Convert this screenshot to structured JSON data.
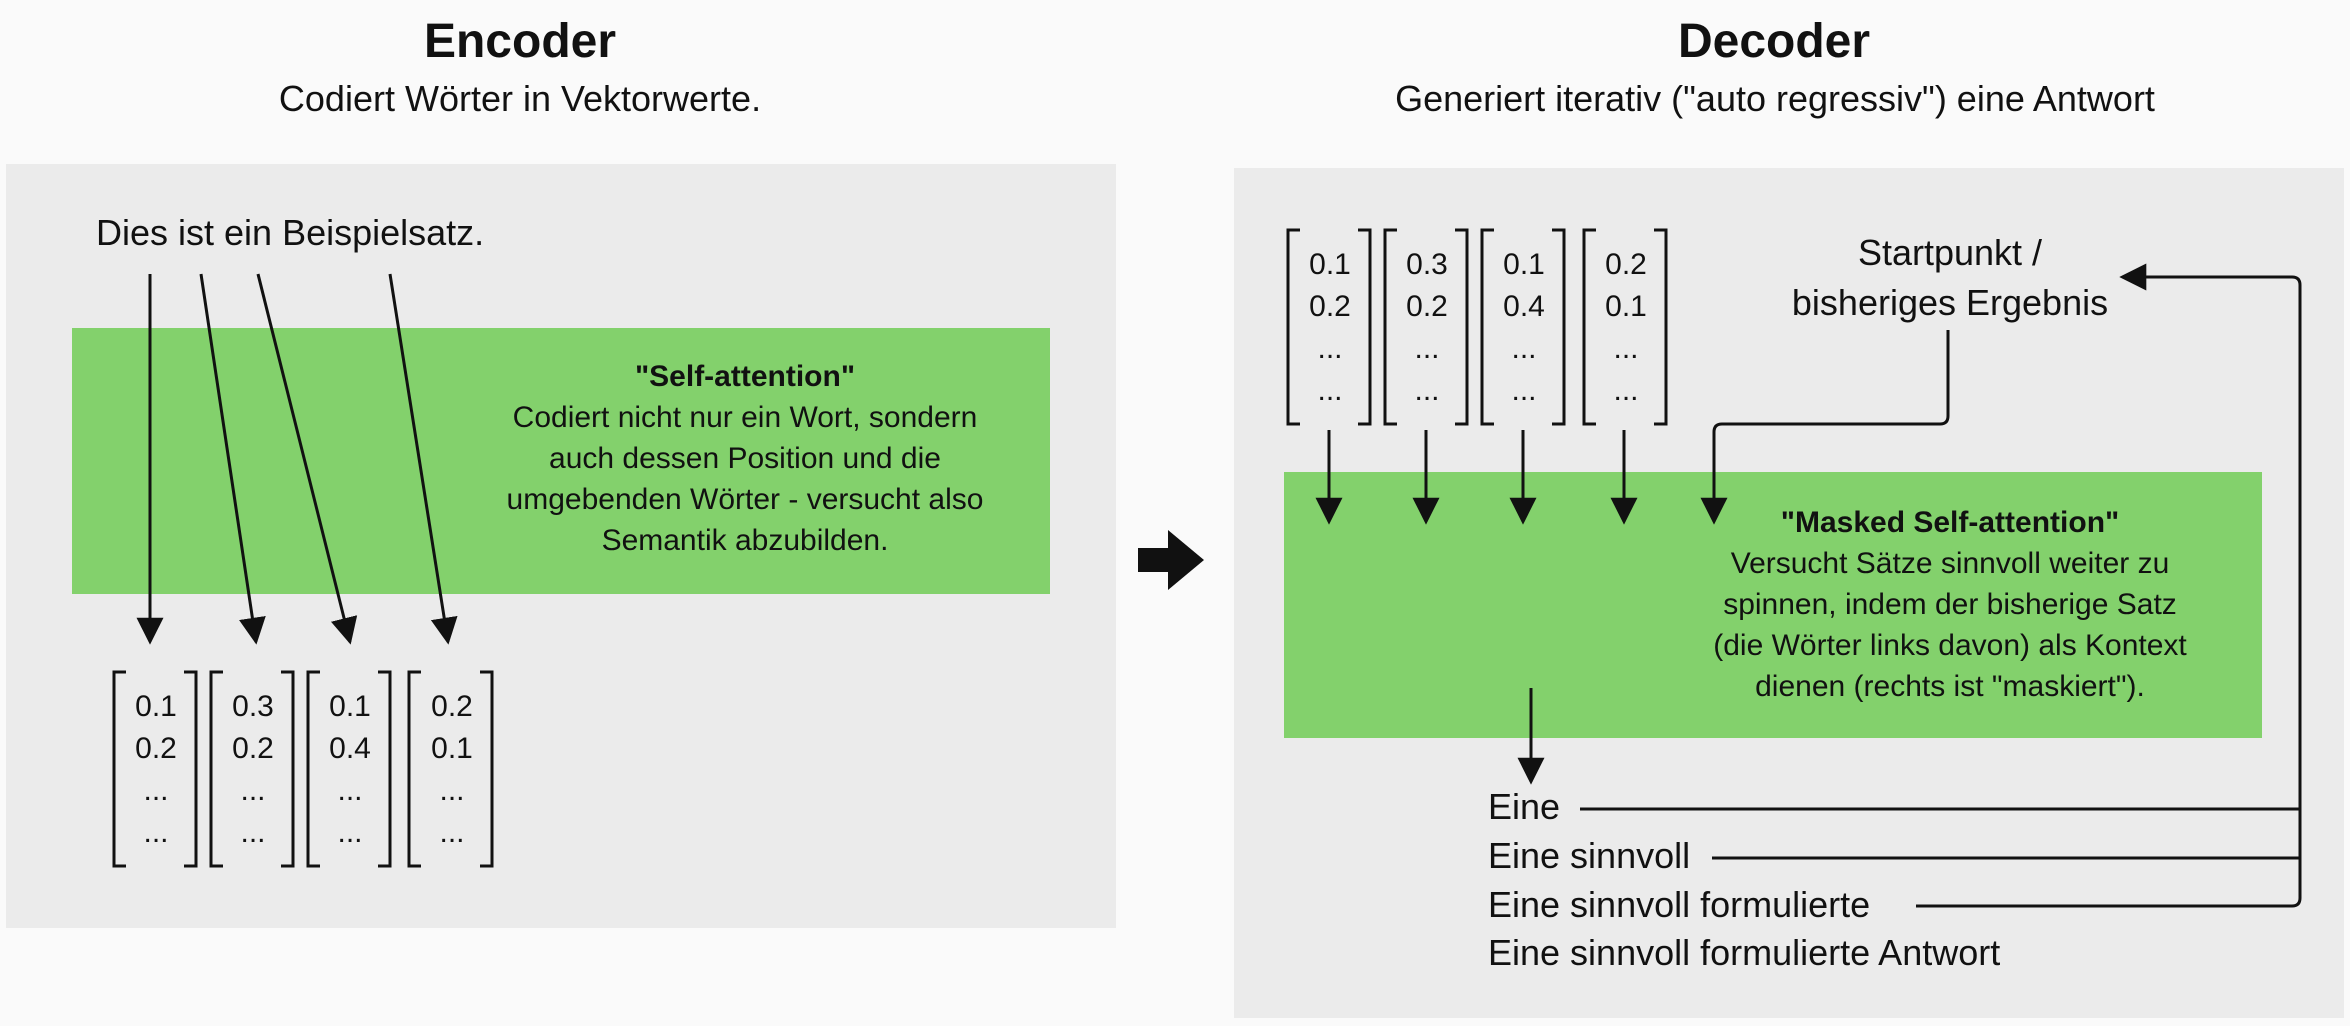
{
  "encoder": {
    "title": "Encoder",
    "subtitle": "Codiert Wörter in Vektorwerte.",
    "sentence": "Dies ist ein Beispielsatz.",
    "block_title": "\"Self-attention\"",
    "block_lines": [
      "Codiert nicht nur ein Wort, sondern",
      "auch dessen Position und die",
      "umgebenden Wörter - versucht also",
      "Semantik abzubilden."
    ],
    "vectors": [
      [
        "0.1",
        "0.2",
        "...",
        "..."
      ],
      [
        "0.3",
        "0.2",
        "...",
        "..."
      ],
      [
        "0.1",
        "0.4",
        "...",
        "..."
      ],
      [
        "0.2",
        "0.1",
        "...",
        "..."
      ]
    ]
  },
  "decoder": {
    "title": "Decoder",
    "subtitle": "Generiert iterativ (\"auto regressiv\") eine Antwort",
    "start_label": [
      "Startpunkt /",
      "bisheriges Ergebnis"
    ],
    "block_title": "\"Masked Self-attention\"",
    "block_lines": [
      "Versucht Sätze sinnvoll weiter zu",
      "spinnen, indem der bisherige Satz",
      "(die Wörter links davon) als Kontext",
      "dienen (rechts ist \"maskiert\")."
    ],
    "vectors": [
      [
        "0.1",
        "0.2",
        "...",
        "..."
      ],
      [
        "0.3",
        "0.2",
        "...",
        "..."
      ],
      [
        "0.1",
        "0.4",
        "...",
        "..."
      ],
      [
        "0.2",
        "0.1",
        "...",
        "..."
      ]
    ],
    "outputs": [
      "Eine",
      "Eine sinnvoll",
      "Eine sinnvoll formulierte",
      "Eine sinnvoll formulierte Antwort"
    ]
  },
  "colors": {
    "panel": "#ebebeb",
    "attention_block": "#83d16c",
    "ink": "#111111"
  },
  "icons": {
    "transition": "right-arrow-icon"
  }
}
